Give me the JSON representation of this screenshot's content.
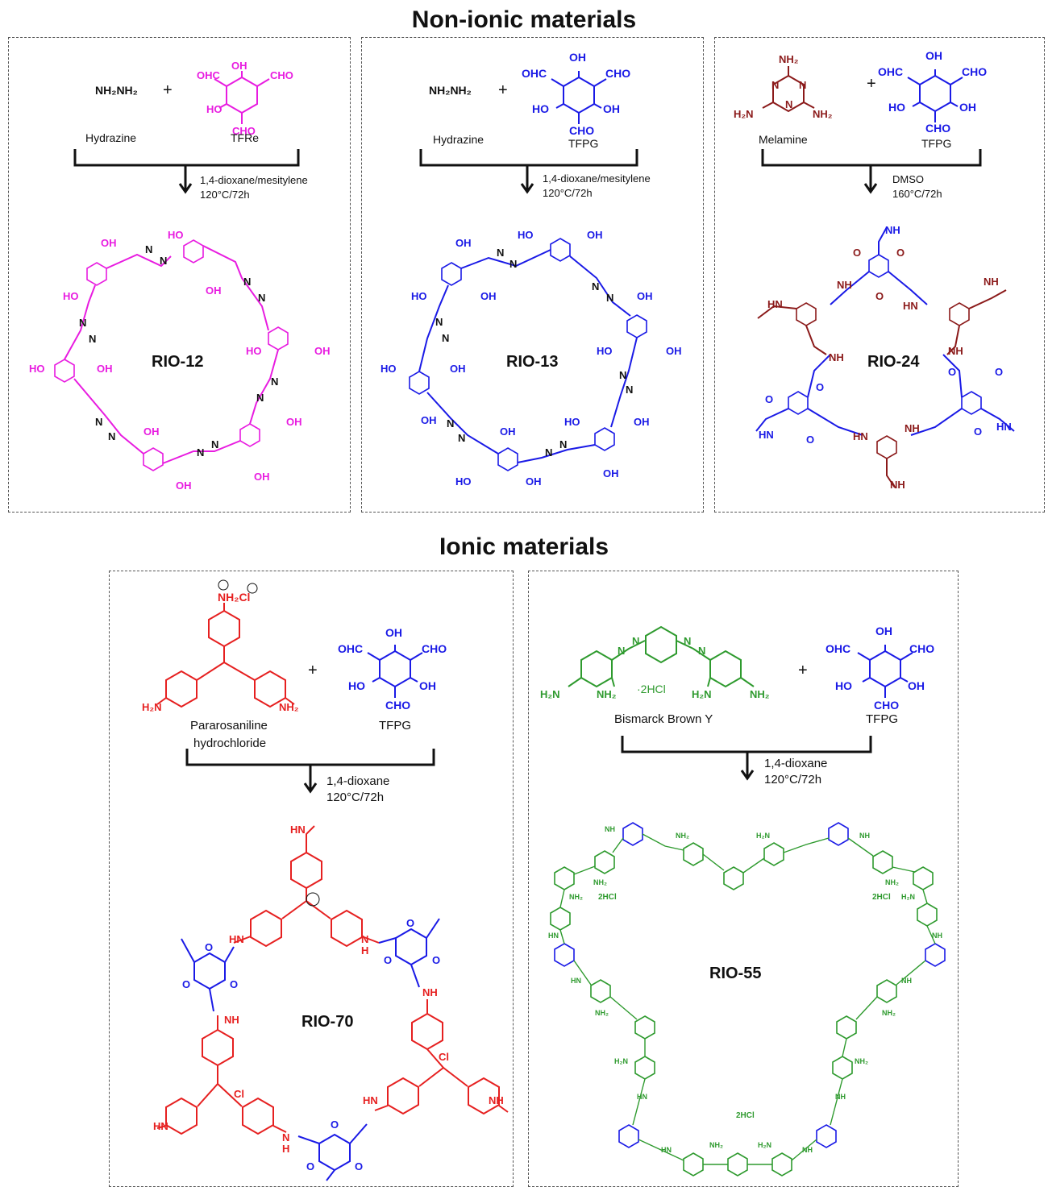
{
  "titles": {
    "non_ionic": "Non-ionic materials",
    "ionic": "Ionic materials"
  },
  "common": {
    "plus": "+",
    "oh": "OH",
    "cho": "CHO",
    "ohc": "OHC",
    "ho": "HO",
    "n": "N",
    "o": "O",
    "nh": "NH",
    "hn": "HN",
    "h": "H",
    "cl": "Cl",
    "nh2": "NH₂",
    "h2n": "H₂N",
    "nh2nh2": "NH₂NH₂",
    "two_hcl": "2HCl",
    "dot_two_hcl": "·2HCl",
    "nh2cl": "NH₂Cl"
  },
  "panels": {
    "rio12": {
      "reagent_a": "Hydrazine",
      "reagent_b": "TFRe",
      "cond_1": "1,4-dioxane/mesitylene",
      "cond_2": "120°C/72h",
      "product": "RIO-12"
    },
    "rio13": {
      "reagent_a": "Hydrazine",
      "reagent_b": "TFPG",
      "cond_1": "1,4-dioxane/mesitylene",
      "cond_2": "120°C/72h",
      "product": "RIO-13"
    },
    "rio24": {
      "reagent_a": "Melamine",
      "reagent_b": "TFPG",
      "cond_1": "DMSO",
      "cond_2": "160°C/72h",
      "product": "RIO-24"
    },
    "rio70": {
      "reagent_a_1": "Pararosaniline",
      "reagent_a_2": "hydrochloride",
      "reagent_b": "TFPG",
      "cond_1": "1,4-dioxane",
      "cond_2": "120°C/72h",
      "product": "RIO-70"
    },
    "rio55": {
      "reagent_a": "Bismarck Brown Y",
      "reagent_b": "TFPG",
      "cond_1": "1,4-dioxane",
      "cond_2": "120°C/72h",
      "product": "RIO-55"
    }
  },
  "colors": {
    "magenta": "#e81ce0",
    "blue": "#1a1ae6",
    "maroon": "#8b1a1a",
    "red": "#e62020",
    "green": "#2e9a2e",
    "black": "#111111"
  }
}
